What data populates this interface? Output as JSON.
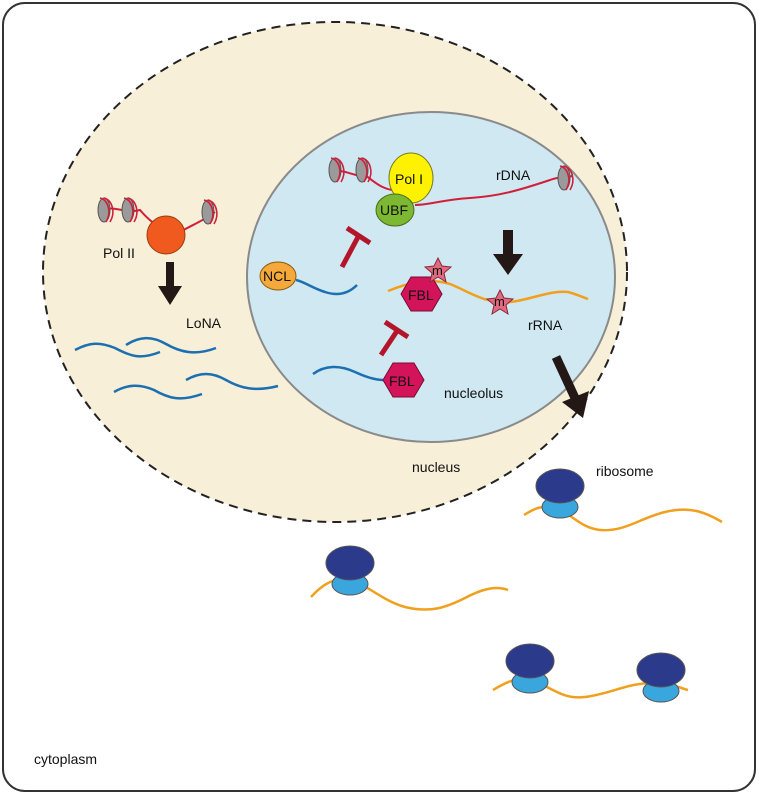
{
  "labels": {
    "pol_ii": "Pol II",
    "lona": "LoNA",
    "pol_i": "Pol I",
    "ubf": "UBF",
    "rdna": "rDNA",
    "ncl": "NCL",
    "fbl_top": "FBL",
    "fbl_bottom": "FBL",
    "m_top": "m",
    "m_right": "m",
    "rrna": "rRNA",
    "nucleolus": "nucleolus",
    "nucleus": "nucleus",
    "ribosome": "ribosome",
    "cytoplasm": "cytoplasm"
  },
  "colors": {
    "nucleus_fill": "#f7efd8",
    "nucleolus_fill": "#cfe8f1",
    "dna_red": "#d01f3a",
    "lncrna_blue": "#1c6fb0",
    "rrna_orange": "#f0a01e",
    "pol_ii": "#f05a1e",
    "pol_i": "#fff200",
    "ubf": "#7cb832",
    "ncl": "#f4a93a",
    "fbl": "#d4145a",
    "methyl_star": "#e06a80",
    "inhibit": "#b3152b",
    "arrow": "#231815",
    "ribo_large": "#2c3a8c",
    "ribo_small": "#3aa6de"
  }
}
